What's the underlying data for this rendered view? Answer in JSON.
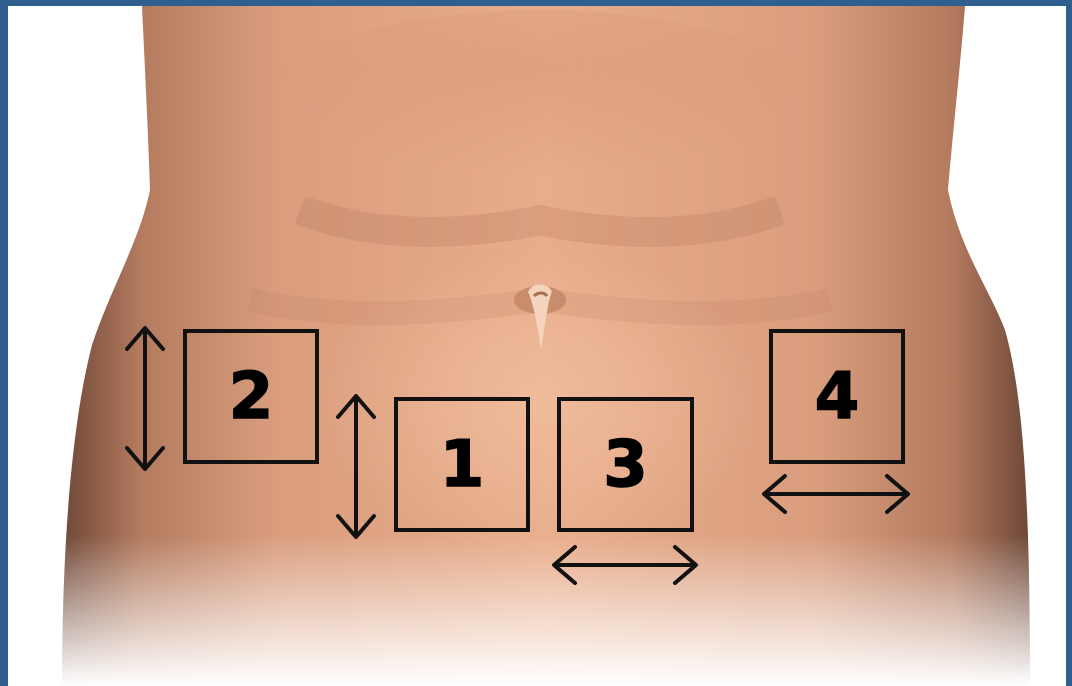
{
  "figure": {
    "sites": [
      {
        "number": "1",
        "arrow": "vertical"
      },
      {
        "number": "2",
        "arrow": "vertical"
      },
      {
        "number": "3",
        "arrow": "horizontal"
      },
      {
        "number": "4",
        "arrow": "horizontal"
      }
    ]
  },
  "colors": {
    "frame": "#2f5f8f",
    "skin_light": "#e9b190",
    "skin_mid": "#d8987a",
    "skin_shadow": "#8a5a45",
    "box_stroke": "#111111"
  }
}
